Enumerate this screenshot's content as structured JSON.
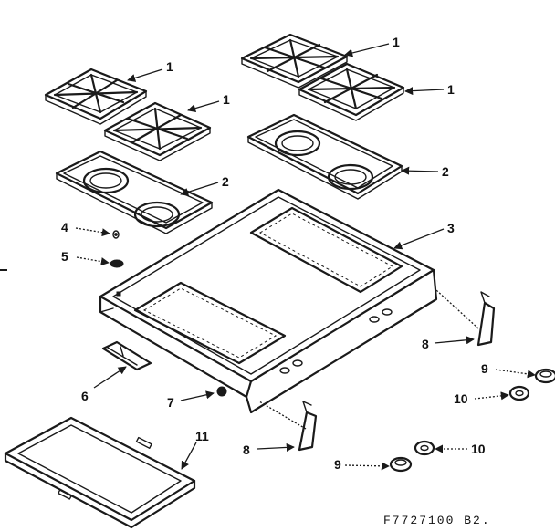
{
  "drawing_number": "F7727100 B2.",
  "callouts": {
    "grate_left_top": "1",
    "grate_left_bottom": "1",
    "grate_right_top": "1",
    "grate_right_bottom": "1",
    "drip_tray_left": "2",
    "drip_tray_right": "2",
    "cooktop": "3",
    "part4": "4",
    "part5": "5",
    "bracket": "6",
    "part7": "7",
    "side_trim_right": "8",
    "side_trim_left": "8",
    "knob_upper": "9",
    "knob_lower": "9",
    "bezel_upper": "10",
    "bezel_lower": "10",
    "panel": "11"
  }
}
